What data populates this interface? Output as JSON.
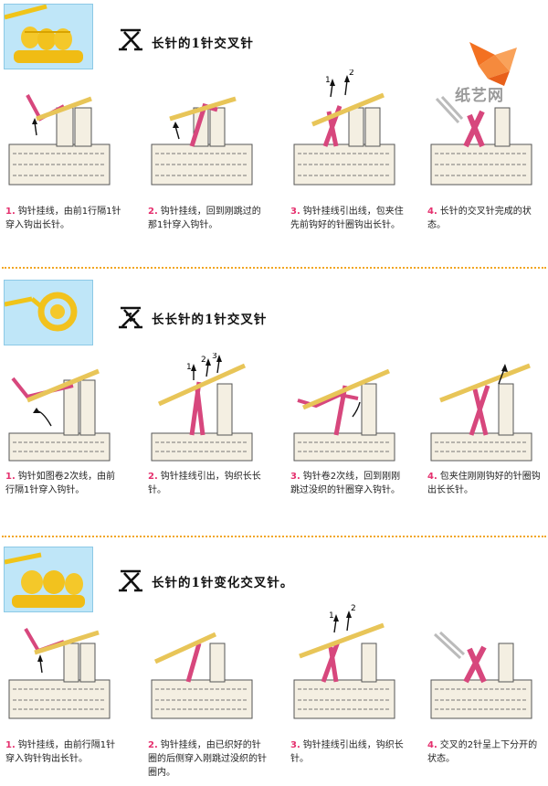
{
  "watermark": {
    "text": "纸艺网",
    "icon": "origami-bird-logo-icon",
    "color": "#f37121"
  },
  "colors": {
    "yarn_pink": "#d7477d",
    "yarn_cream": "#f5f0e3",
    "hook": "#e8c558",
    "step_number": "#e5306e",
    "divider": "#f2a623"
  },
  "sections": [
    {
      "title": "长针的1针交叉针",
      "steps": [
        {
          "num": "1.",
          "text": "钩针挂线，由前1行隔1针穿入钩出长针。"
        },
        {
          "num": "2.",
          "text": "钩针挂线，回到刚跳过的那1针穿入钩针。"
        },
        {
          "num": "3.",
          "text": "钩针挂线引出线，包夹住先前钩好的针圈钩出长针。"
        },
        {
          "num": "4.",
          "text": "长针的交叉针完成的状态。"
        }
      ]
    },
    {
      "title": "长长针的1针交叉针",
      "steps": [
        {
          "num": "1.",
          "text": "钩针如图卷2次线，由前行隔1针穿入钩针。"
        },
        {
          "num": "2.",
          "text": "钩针挂线引出，钩织长长针。"
        },
        {
          "num": "3.",
          "text": "钩针卷2次线，回到刚刚跳过没织的针圈穿入钩针。"
        },
        {
          "num": "4.",
          "text": "包夹住刚刚钩好的针圈钩出长长针。"
        }
      ]
    },
    {
      "title": "长针的1针变化交叉针。",
      "steps": [
        {
          "num": "1.",
          "text": "钩针挂线，由前行隔1针穿入钩针钩出长针。"
        },
        {
          "num": "2.",
          "text": "钩针挂线，由已织好的针圈的后侧穿入刚跳过没织的针圈内。"
        },
        {
          "num": "3.",
          "text": "钩针挂线引出线，钩织长针。"
        },
        {
          "num": "4.",
          "text": "交叉的2针呈上下分开的状态。"
        }
      ]
    }
  ],
  "arrow_labels": {
    "s1_step3": [
      "1",
      "2"
    ],
    "s2_step2": [
      "1",
      "2",
      "3"
    ],
    "s3_step3": [
      "1",
      "2"
    ]
  }
}
